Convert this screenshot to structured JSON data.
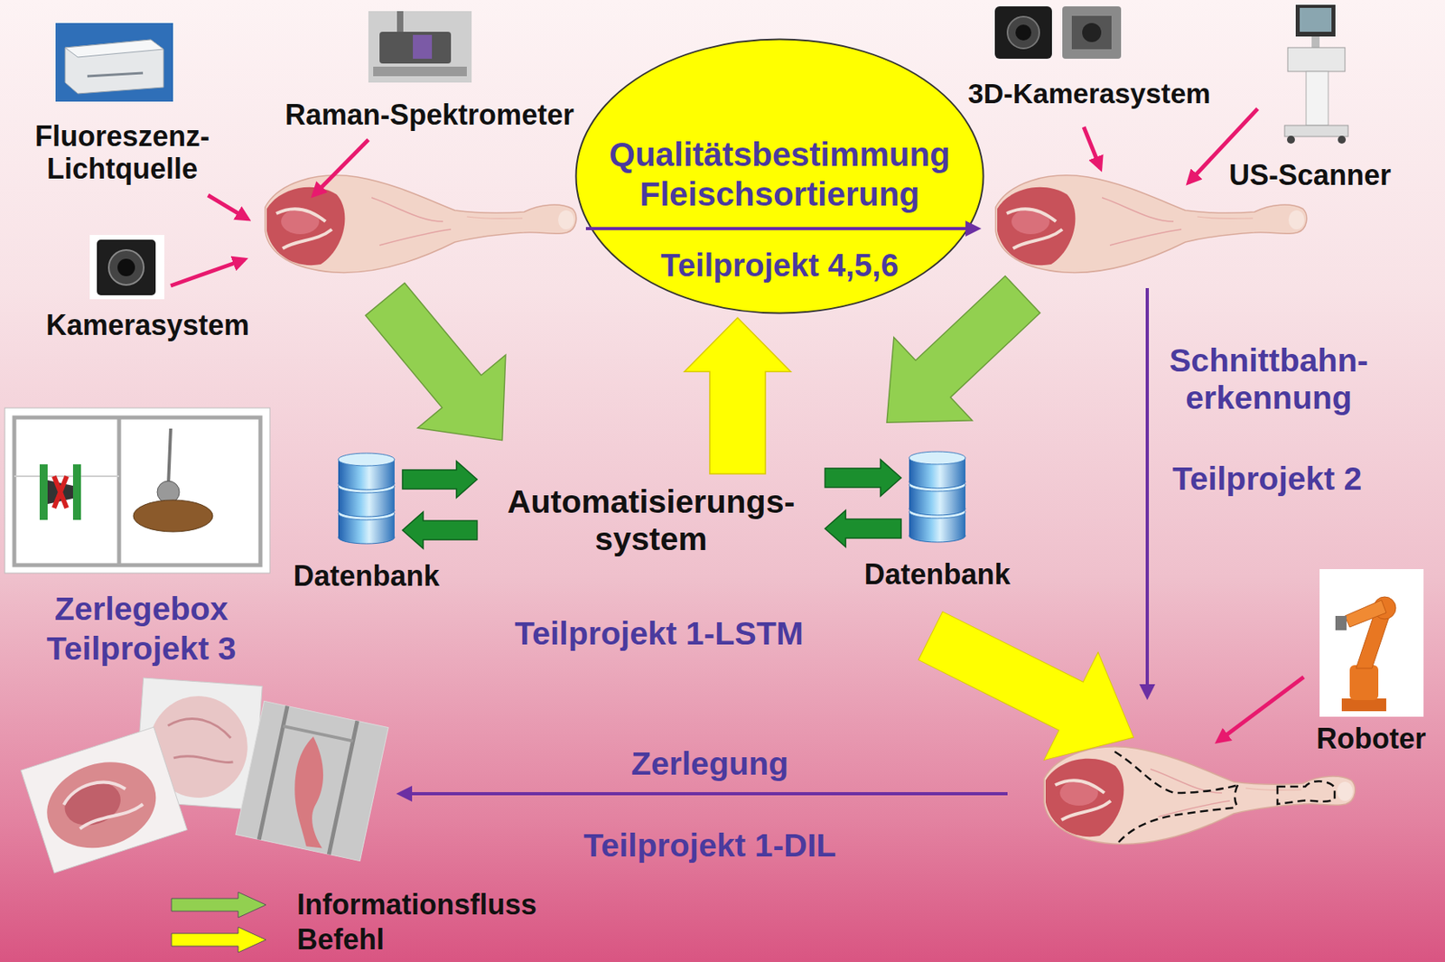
{
  "diagram": {
    "nodes": [
      {
        "text": [
          "Qualitätsbestimmung Fleischsortierung",
          "Teilprojekt 4,5,6"
        ]
      },
      {
        "text": [
          "Automatisierungs- system"
        ]
      },
      {
        "text": [
          "Datenbank"
        ]
      },
      {
        "text": [
          "Datenbank"
        ]
      }
    ],
    "edges": [
      {
        "from": 1,
        "to": 0,
        "arrow": "to"
      },
      {
        "from": 2,
        "to": 1,
        "arrow": "to"
      },
      {
        "from": 1,
        "to": 2,
        "arrow": "to"
      },
      {
        "from": 1,
        "to": 3,
        "arrow": "to"
      },
      {
        "from": 3,
        "to": 1,
        "arrow": "to"
      }
    ],
    "labels": [
      "Fluoreszenz- Lichtquelle",
      "Raman-Spektrometer",
      "Kamerasystem",
      "3D-Kamerasystem",
      "US-Scanner",
      "Schnittbahn- erkennung",
      "Teilprojekt 2",
      "Zerlegebox",
      "Teilprojekt 3",
      "Teilprojekt 1-LSTM",
      "Roboter",
      "Zerlegung",
      "Teilprojekt 1-DIL"
    ],
    "legend": [
      {
        "text": "Informationsfluss",
        "color": "#92d050"
      },
      {
        "text": "Befehl",
        "color": "#ffff00"
      }
    ]
  }
}
